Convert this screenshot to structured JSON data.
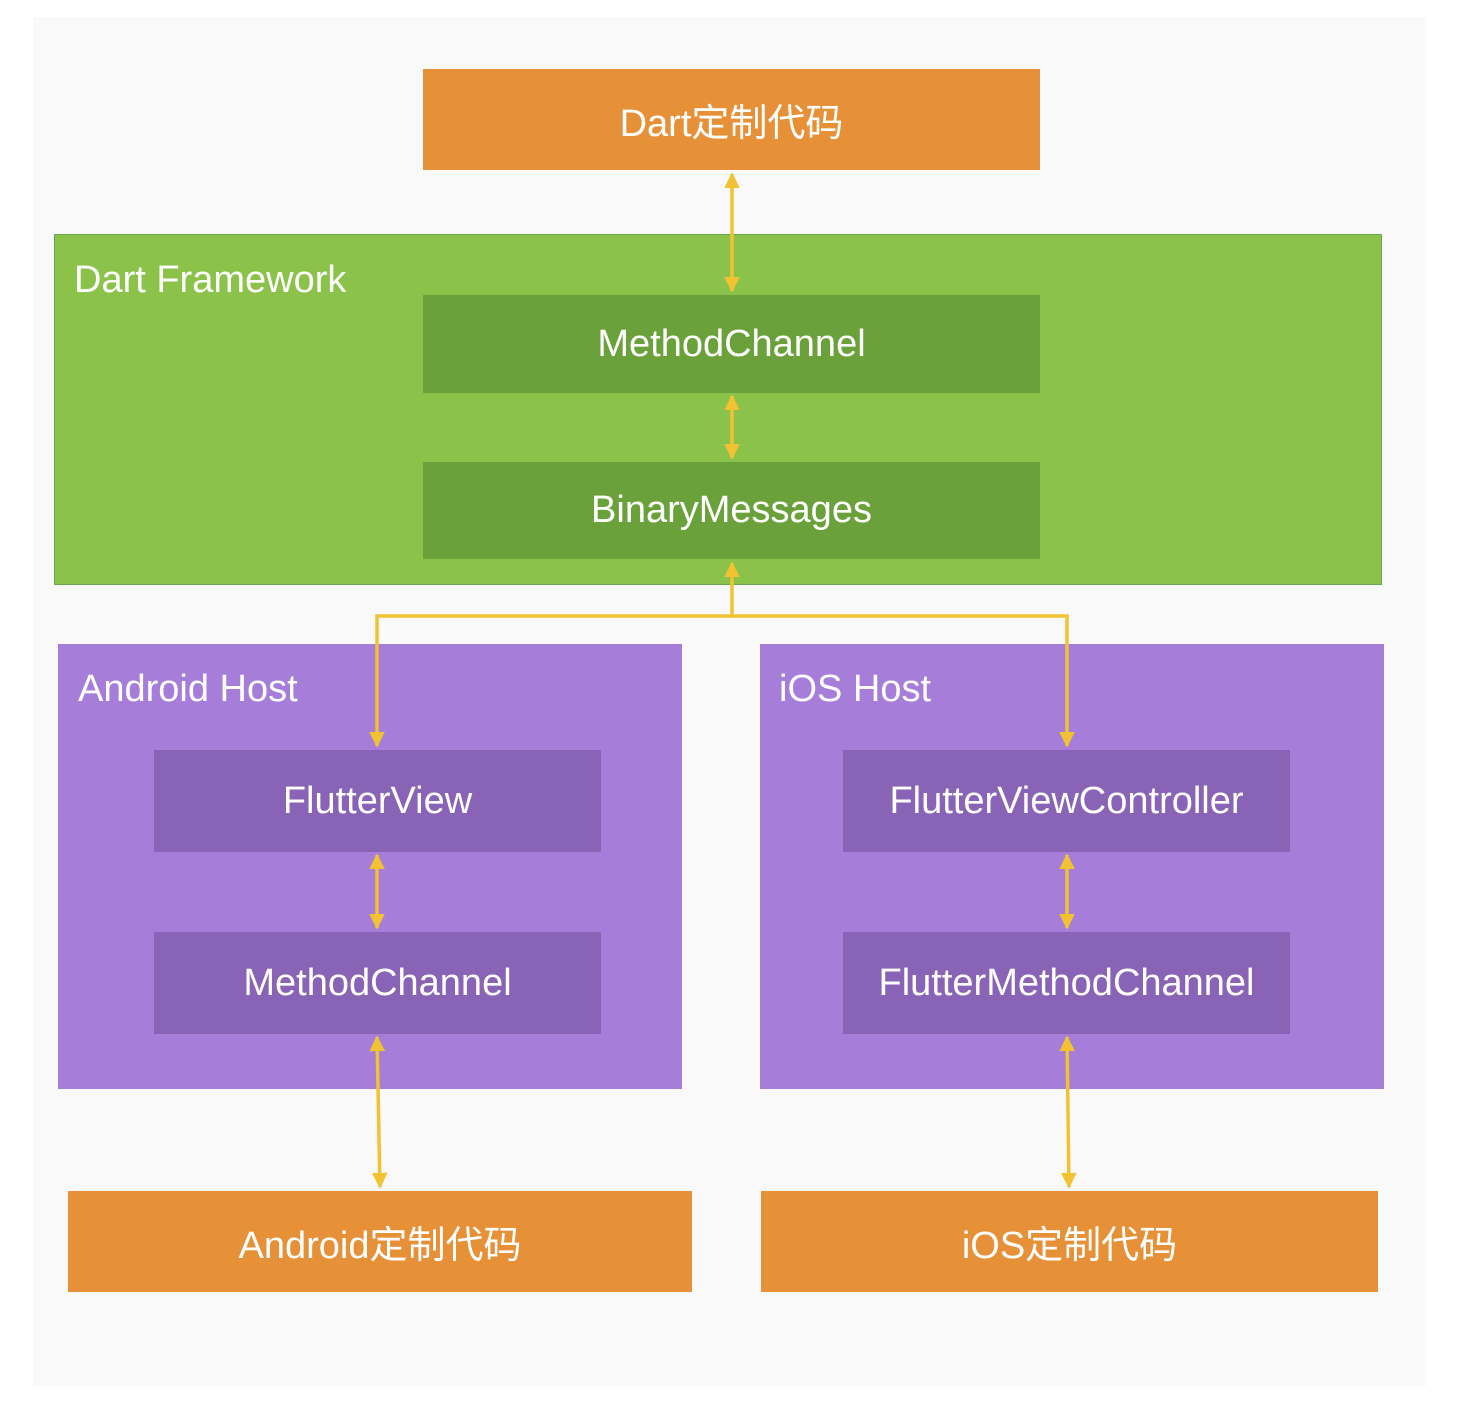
{
  "top_code": {
    "label": "Dart定制代码"
  },
  "dart_framework": {
    "title": "Dart Framework",
    "method_channel": "MethodChannel",
    "binary_messages": "BinaryMessages"
  },
  "android_host": {
    "title": "Android Host",
    "flutter_view": "FlutterView",
    "method_channel": "MethodChannel"
  },
  "ios_host": {
    "title": "iOS Host",
    "flutter_view_controller": "FlutterViewController",
    "flutter_method_channel": "FlutterMethodChannel"
  },
  "android_code": {
    "label": "Android定制代码"
  },
  "ios_code": {
    "label": "iOS定制代码"
  },
  "colors": {
    "orange": "#e69138",
    "green": "#8bc34a",
    "green_dark": "#6aa13a",
    "purple": "#a67dd8",
    "purple_dark": "#8963b5",
    "arrow": "#f1c232",
    "background": "#f9f9f9"
  }
}
